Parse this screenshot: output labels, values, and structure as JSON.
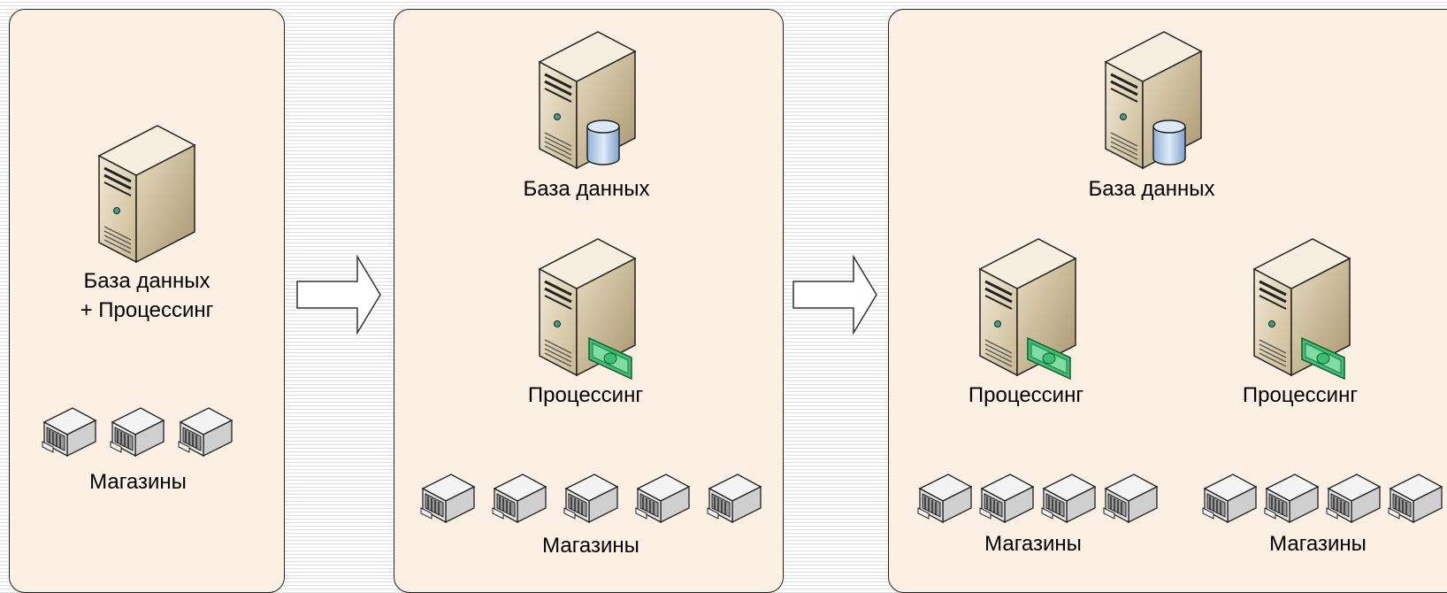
{
  "colors": {
    "panel_fill": "#fcefe4",
    "panel_border": "#222222",
    "server_face": "#d9ccae",
    "server_side": "#b7a47e",
    "db_cylinder": "#b9d3ef",
    "money": "#44c27a",
    "terminal": "#e6e6e6"
  },
  "panels": [
    {
      "name": "stage-1",
      "server_label_line1": "База данных",
      "server_label_line2": "+ Процессинг",
      "shops_label": "Магазины",
      "shop_count": 3
    },
    {
      "name": "stage-2",
      "db_label": "База данных",
      "processing_label": "Процессинг",
      "shops_label": "Магазины",
      "shop_count": 5
    },
    {
      "name": "stage-3",
      "db_label": "База данных",
      "processing_left_label": "Процессинг",
      "processing_right_label": "Процессинг",
      "shops_left_label": "Магазины",
      "shops_right_label": "Магазины",
      "shops_left_count": 4,
      "shops_right_count": 4
    }
  ],
  "icons": {
    "server": "server-icon",
    "database": "database-cylinder-icon",
    "processing": "banknote-icon",
    "shop": "cash-register-icon",
    "transition": "right-arrow-icon"
  }
}
